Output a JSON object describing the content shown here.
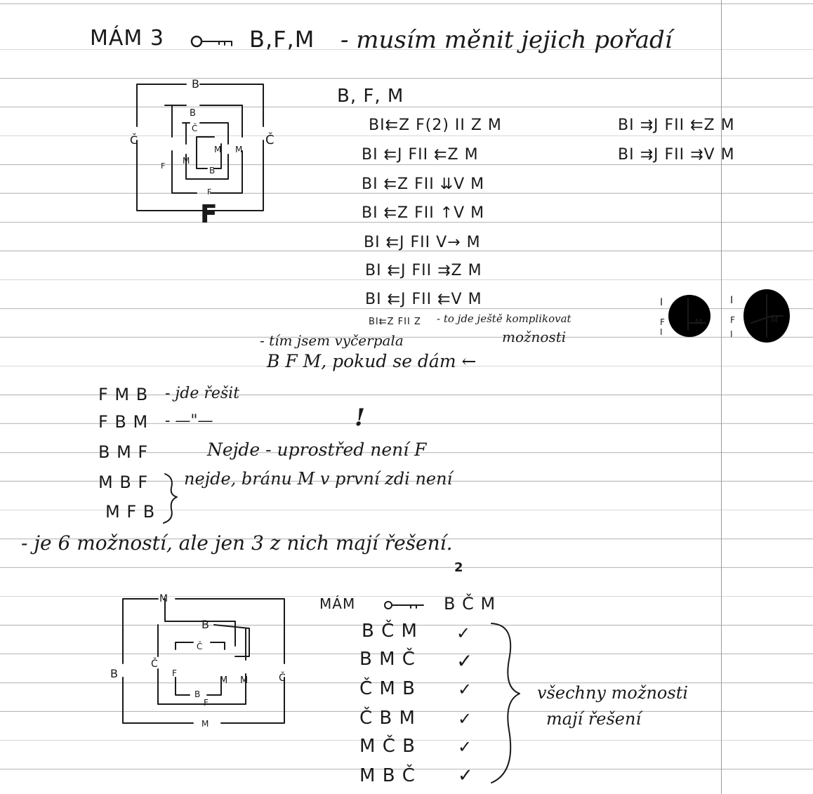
{
  "heading": {
    "prefix": "MÁM 3",
    "keys_icon": "key-icon",
    "middle": "B,F,M",
    "rest": "- musím měnit jejich pořadí"
  },
  "maze1": {
    "label_b_top": "B",
    "label_c_left": "Č",
    "label_c_right": "Č",
    "label_b_inner": "B",
    "label_c_inner": "Č",
    "label_m1": "M",
    "label_m2": "M",
    "label_m3": "M",
    "label_f_small": "F",
    "label_b_small": "B",
    "label_f_inner": "F",
    "label_f_big": "F"
  },
  "sequence_title": "B, F, M",
  "sequences_left": [
    "BI⇇Z F(2) II Z M",
    "BI ⇇J FII ⇇Z M",
    "BI ⇇Z FII ⇊V M",
    "BI ⇇Z FII ↑V M",
    "BI ⇇J FII V→ M",
    "BI ⇇J FII ⇉Z M",
    "BI ⇇J FII ⇇V M",
    "BI⇇Z FII Z"
  ],
  "sequences_right": [
    "BI ⇉J FII ⇇Z M",
    "BI ⇉J FII ⇉V M"
  ],
  "complication_note": "- to jde ještě komplikovat",
  "exhausted_note": "- tím jsem vyčerpala",
  "possibilities_word": "možnosti",
  "reverse_line": "B F M, pokud se dám ←",
  "orders": [
    {
      "order": "F M B",
      "note": "- jde řešit"
    },
    {
      "order": "F B M",
      "note": "- —\"—"
    },
    {
      "order": "B M F",
      "note": "Nejde - uprostřed není F"
    },
    {
      "order": "M B F",
      "note": "nejde, bránu M v první zdi není"
    },
    {
      "order": "M F B",
      "note": ""
    }
  ],
  "exclamation": "!",
  "summary": "- je 6 možností, ale jen 3 z nich mají řešení.",
  "summary_correction": "2",
  "maze2_title": "MÁM",
  "maze2_keys": "B Č M",
  "maze2": {
    "m_top": "M",
    "b_inner": "B",
    "c_left": "Č",
    "b_outer": "B",
    "c_inner": "Č",
    "f_inner": "F",
    "m_inner1": "M",
    "m_inner2": "M",
    "b_small": "B",
    "c_right": "Č",
    "f_bottom": "F",
    "m_bottom": "M"
  },
  "checks": [
    {
      "order": "B Č M",
      "mark": "✓"
    },
    {
      "order": "B M Č",
      "mark": "✓"
    },
    {
      "order": "Č M B",
      "mark": "✓"
    },
    {
      "order": "Č B M",
      "mark": "✓"
    },
    {
      "order": "M Č B",
      "mark": "✓"
    },
    {
      "order": "M B Č",
      "mark": "✓"
    }
  ],
  "all_solutions_line1": "všechny možnosti",
  "all_solutions_line2": "mají řešení"
}
